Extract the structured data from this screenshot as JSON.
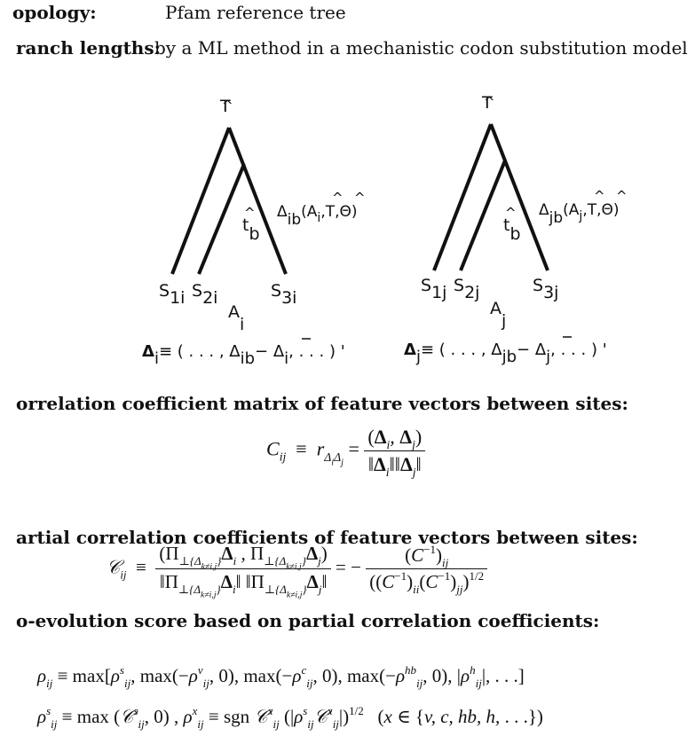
{
  "topology": {
    "label": "opology:",
    "value": "Pfam reference tree"
  },
  "branch_lengths": {
    "label": "ranch lengths:",
    "value": "by a ML method in a mechanistic codon substitution model"
  },
  "tree_i": {
    "root": "T",
    "branch_t": "t",
    "branch_t_sub": "b",
    "delta_label": "Δ",
    "delta_sub": "ib",
    "delta_args": "(A",
    "delta_args_sub": "i",
    "delta_args_rest": ",T,Θ)",
    "leaf1": "S",
    "leaf1_sub": "1i",
    "leaf2": "S",
    "leaf2_sub": "2i",
    "leaf3": "S",
    "leaf3_sub": "3i",
    "ancestor": "A",
    "ancestor_sub": "i",
    "vector_def": "Δ",
    "vector_def_sub": "i",
    "vector_def_mid": "≡ ( . . . , Δ",
    "vector_def_sub2": "ib",
    "vector_def_minus": "− Δ",
    "vector_def_sub3": "i",
    "vector_def_end": ", . . . ) '"
  },
  "tree_j": {
    "root": "T",
    "branch_t": "t",
    "branch_t_sub": "b",
    "delta_label": "Δ",
    "delta_sub": "jb",
    "delta_args": "(A",
    "delta_args_sub": "j",
    "delta_args_rest": ",T,Θ)",
    "leaf1": "S",
    "leaf1_sub": "1j",
    "leaf2": "S",
    "leaf2_sub": "2j",
    "leaf3": "S",
    "leaf3_sub": "3j",
    "ancestor": "A",
    "ancestor_sub": "j",
    "vector_def": "Δ",
    "vector_def_sub": "j",
    "vector_def_mid": "≡ ( . . . , Δ",
    "vector_def_sub2": "jb",
    "vector_def_minus": "− Δ",
    "vector_def_sub3": "j",
    "vector_def_end": ", . . . ) '"
  },
  "section_correlation": "orrelation coefficient matrix of feature vectors between sites:",
  "section_partial": "artial correlation coefficients of feature vectors between sites:",
  "section_coevolution": "o-evolution score based on partial correlation coefficients:"
}
